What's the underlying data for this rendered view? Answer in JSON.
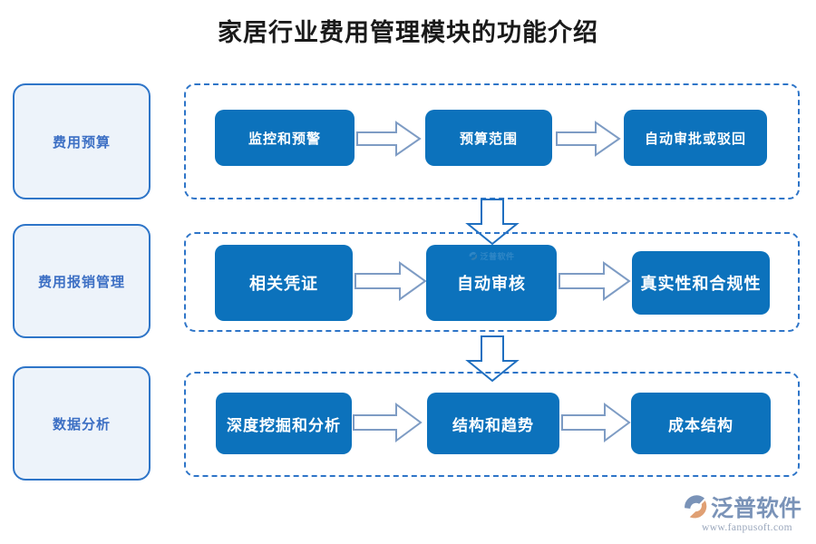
{
  "page": {
    "title": "家居行业费用管理模块的功能介绍",
    "accent_blue": "#0C72BC",
    "outline_blue": "#2E75C8",
    "card_fill": "#EDF3FA",
    "card_text": "#3C6FC4",
    "arrow_stroke": "#7E9CC4",
    "arrow_fill": "#FFFFFF"
  },
  "rows": [
    {
      "category": "费用预算",
      "steps": [
        {
          "label": "监控和预警",
          "watermark": false
        },
        {
          "label": "预算范围",
          "watermark": false
        },
        {
          "label": "自动审批或驳回",
          "watermark": false
        }
      ]
    },
    {
      "category": "费用报销管理",
      "steps": [
        {
          "label": "相关凭证",
          "watermark": false
        },
        {
          "label": "自动审核",
          "watermark": true
        },
        {
          "label": "真实性和合规性",
          "watermark": false
        }
      ]
    },
    {
      "category": "数据分析",
      "steps": [
        {
          "label": "深度挖掘和分析",
          "watermark": false
        },
        {
          "label": "结构和趋势",
          "watermark": false
        },
        {
          "label": "成本结构",
          "watermark": false
        }
      ]
    }
  ],
  "connectors": {
    "horizontal_icon": "arrow-right-icon",
    "vertical_icon": "arrow-down-icon"
  },
  "logo": {
    "name": "泛普软件",
    "url": "www.fanpusoft.com",
    "mark_icon": "fanpu-swoosh-logo-icon",
    "watermark_name": "泛普软件"
  }
}
